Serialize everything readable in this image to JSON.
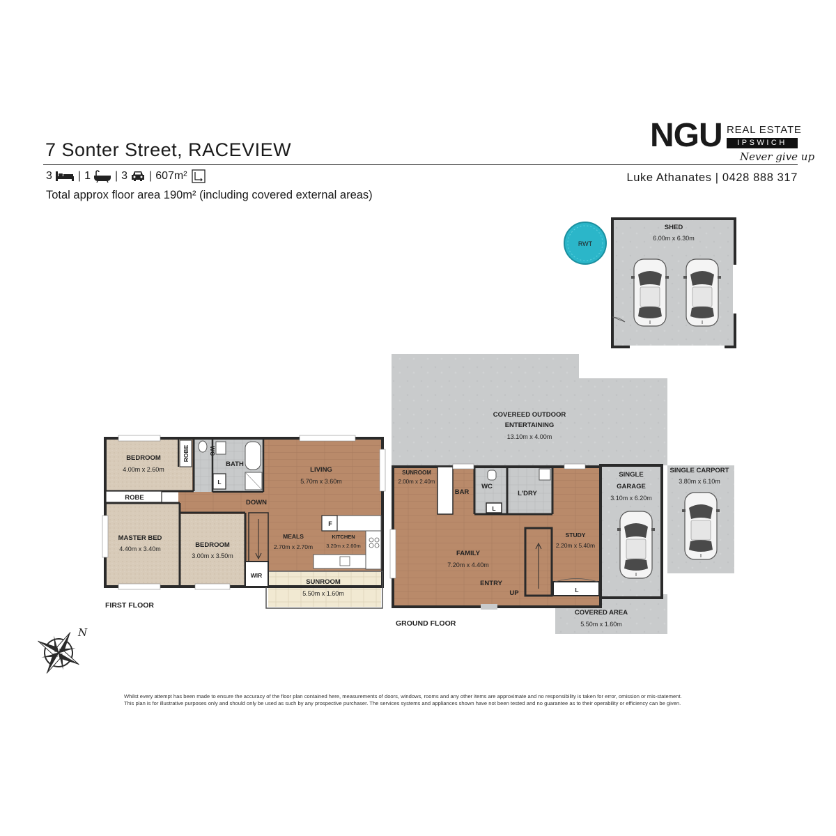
{
  "header": {
    "address": "7 Sonter Street, RACEVIEW",
    "beds": "3",
    "baths": "1",
    "cars": "3",
    "land_size": "607m²",
    "total_area": "Total approx floor area 190m² (including covered external areas)",
    "agent": "Luke Athanates | 0428 888 317"
  },
  "logo": {
    "brand": "NGU",
    "line1": "REAL ESTATE",
    "line2": "IPSWICH",
    "tagline": "Never give up"
  },
  "first_floor": {
    "label": "FIRST FLOOR",
    "rooms": {
      "bedroom1": {
        "name": "BEDROOM",
        "size": "4.00m x 2.60m"
      },
      "robe1": "ROBE",
      "wc": "WC",
      "bath": "BATH",
      "linen": "L",
      "living": {
        "name": "LIVING",
        "size": "5.70m x 3.60m"
      },
      "robe2": "ROBE",
      "down": "DOWN",
      "master": {
        "name": "MASTER BED",
        "size": "4.40m x 3.40m"
      },
      "bedroom2": {
        "name": "BEDROOM",
        "size": "3.00m x 3.50m"
      },
      "meals": {
        "name": "MEALS",
        "size": "2.70m x 2.70m"
      },
      "kitchen": {
        "name": "KITCHEN",
        "size": "3.20m x 2.60m"
      },
      "fridge": "F",
      "wir": "WIR",
      "sunroom": {
        "name": "SUNROOM",
        "size": "5.50m x 1.60m"
      }
    }
  },
  "ground_floor": {
    "label": "GROUND FLOOR",
    "rooms": {
      "outdoor": {
        "name_line1": "COVEREED OUTDOOR",
        "name_line2": "ENTERTAINING",
        "size": "13.10m x 4.00m"
      },
      "sunroom": {
        "name": "SUNROOM",
        "size": "2.00m x 2.40m"
      },
      "bar": "BAR",
      "wc": "WC",
      "laundry": "L'DRY",
      "linen1": "L",
      "family": {
        "name": "FAMILY",
        "size": "7.20m x 4.40m"
      },
      "study": {
        "name": "STUDY",
        "size": "2.20m x 5.40m"
      },
      "entry": "ENTRY",
      "up": "UP",
      "linen2": "L",
      "garage": {
        "name_line1": "SINGLE",
        "name_line2": "GARAGE",
        "size": "3.10m x 6.20m"
      },
      "carport": {
        "name": "SINGLE CARPORT",
        "size": "3.80m x 6.10m"
      },
      "covered": {
        "name": "COVERED AREA",
        "size": "5.50m x 1.60m"
      }
    }
  },
  "shed": {
    "name": "SHED",
    "size": "6.00m x 6.30m",
    "tank": "RWT"
  },
  "compass": {
    "north": "N"
  },
  "disclaimer": {
    "line1": "Whilst every attempt has been made to ensure the accuracy of the floor plan contained here, measurements of doors, windows, rooms and any other items are approximate and no responsibility is taken for error, omission or mis-statement.",
    "line2": "This plan is for illustrative purposes only and should only be used as such by any prospective purchaser. The services systems and appliances shown have not been tested and no guarantee as to their operability or efficiency can be given."
  },
  "colors": {
    "timber": "#b98a6a",
    "carpet": "#d8cbb9",
    "concrete": "#c9cbcc",
    "tile": "#f1e9d2",
    "wet_tile": "#c8cacb",
    "wall": "#2a2a2a",
    "water": "#2bb6c9"
  }
}
